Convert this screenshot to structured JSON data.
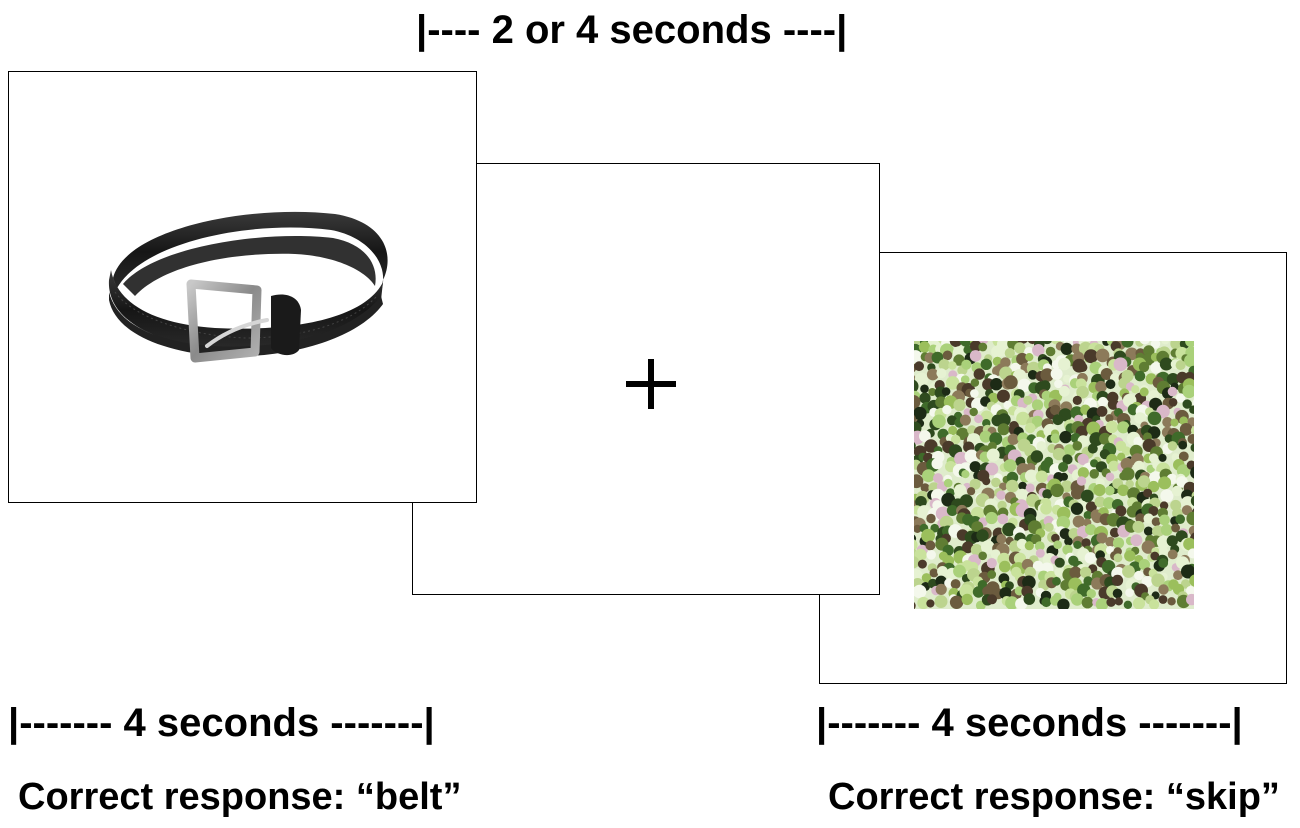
{
  "timing": {
    "object_and_mask": "|------- 4 seconds -------|",
    "fixation": "|---- 2 or 4 seconds ----|"
  },
  "responses": {
    "object": "Correct response: “belt”",
    "mask": "Correct response: “skip”"
  },
  "icons": {
    "object_picture": "belt-icon",
    "fixation": "plus-icon",
    "mask_picture": "noise-pattern-icon"
  },
  "colors": {
    "frame": "#000000",
    "background": "#ffffff",
    "belt_leather": "#1c1c1c",
    "buckle": "#9a9a9a",
    "mask_palette": [
      "#2e4a1e",
      "#5f7d33",
      "#9bbf5c",
      "#c9e29c",
      "#e6f2d2",
      "#4a3a2a",
      "#8c7a5a",
      "#d9b8c9",
      "#1d2b16",
      "#aad17a",
      "#6b5b3e",
      "#f4f8ec",
      "#3f6b2a",
      "#bcd48e"
    ]
  }
}
